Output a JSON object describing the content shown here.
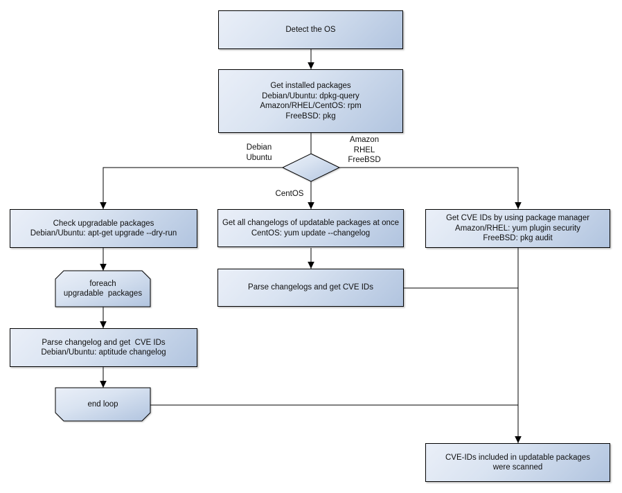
{
  "colors": {
    "node_fill_light": "#eaeff8",
    "node_fill_dark": "#b1c4df",
    "node_border": "#000000",
    "connector": "#000000",
    "text": "#0f0f0f",
    "background": "#ffffff"
  },
  "nodes": {
    "detect_os": "Detect the OS",
    "get_installed_packages": "Get installed packages\nDebian/Ubuntu: dpkg-query\nAmazon/RHEL/CentOS: rpm\nFreeBSD: pkg",
    "check_upgradable_packages": "Check upgradable packages\nDebian/Ubuntu: apt-get upgrade --dry-run",
    "get_all_changelogs": "Get all changelogs of updatable packages at once\nCentOS: yum update --changelog",
    "get_cve_ids_package_manager": "Get CVE IDs by using package manager\nAmazon/RHEL: yum plugin security\nFreeBSD: pkg audit",
    "foreach_loop_start": "foreach\nupgradable  packages",
    "parse_changelog_debian": "Parse changelog and get  CVE IDs\nDebian/Ubuntu: aptitude changelog",
    "parse_changelogs_centos": "Parse changelogs and get CVE IDs",
    "end_loop": "end loop",
    "result_scanned": "CVE-IDs included in updatable packages\nwere scanned"
  },
  "edge_labels": {
    "debian_ubuntu": "Debian\nUbuntu",
    "amazon_rhel_freebsd": "Amazon\nRHEL\nFreeBSD",
    "centos": "CentOS"
  }
}
